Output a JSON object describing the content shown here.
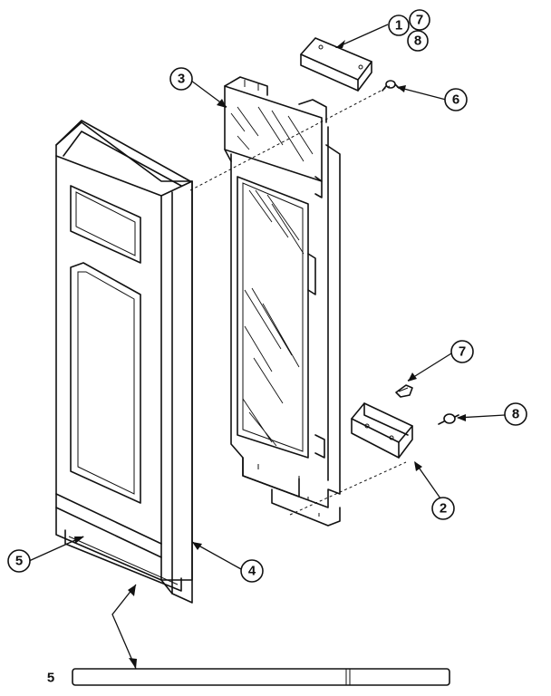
{
  "labels": {
    "c1": "1",
    "c7a": "7",
    "c8a": "8",
    "c3": "3",
    "c6": "6",
    "c7b": "7",
    "c8b": "8",
    "c2": "2",
    "c5": "5",
    "c4": "4",
    "strip": "5"
  }
}
